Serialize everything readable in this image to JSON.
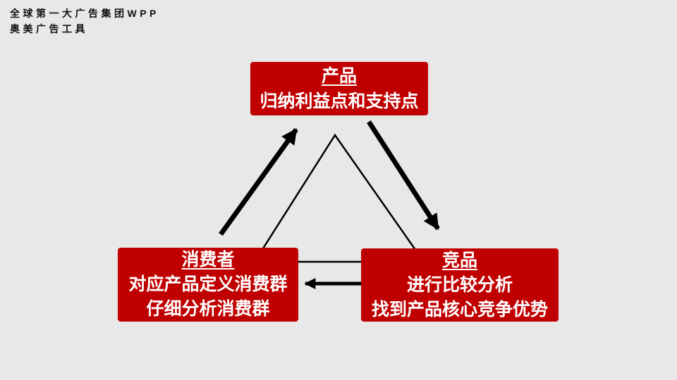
{
  "slide": {
    "background": "#e9e8e8",
    "accent_red": "#c00000",
    "text_white": "#ffffff",
    "arrow_black": "#000000",
    "header": {
      "line1": "全球第一大广告集团WPP",
      "line2": "奥美广告工具"
    },
    "nodes": {
      "product": {
        "title": "产品",
        "line1": "归纳利益点和支持点"
      },
      "consumer": {
        "title": "消费者",
        "line1": "对应产品定义消费群",
        "line2": "仔细分析消费群"
      },
      "competitor": {
        "title": "竞品",
        "line1": "进行比较分析",
        "line2": "找到产品核心竞争优势"
      }
    },
    "relationships": [
      {
        "from": "consumer",
        "to": "product",
        "style": "thick-arrow"
      },
      {
        "from": "product",
        "to": "competitor",
        "style": "thick-arrow"
      },
      {
        "from": "competitor",
        "to": "consumer",
        "style": "thick-arrow"
      },
      {
        "shape": "triangle-outline",
        "style": "thin-line"
      }
    ]
  }
}
